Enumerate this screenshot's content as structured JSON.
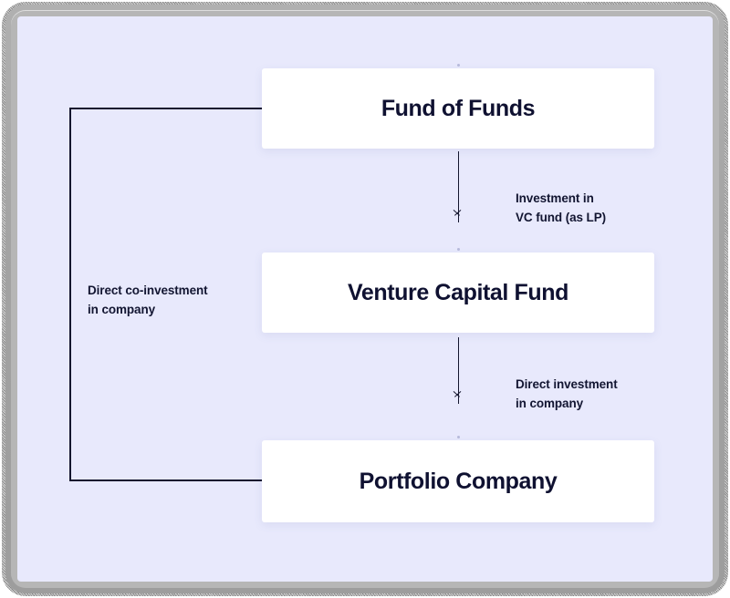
{
  "diagram": {
    "type": "flowchart",
    "title": "Venture capital fund structure flow",
    "canvas_background": "#e8e9fc",
    "node_background": "#ffffff",
    "text_color": "#0f1131",
    "connector_color": "#14162e",
    "nodes": [
      {
        "id": "fund-of-funds",
        "label": "Fund of Funds"
      },
      {
        "id": "venture-capital-fund",
        "label": "Venture Capital Fund"
      },
      {
        "id": "portfolio-company",
        "label": "Portfolio Company"
      }
    ],
    "edges": [
      {
        "id": "fof-to-vc",
        "from": "fund-of-funds",
        "to": "venture-capital-fund",
        "arrow": "down",
        "label_line1": "Investment in",
        "label_line2": "VC fund (as LP)"
      },
      {
        "id": "vc-to-pc",
        "from": "venture-capital-fund",
        "to": "portfolio-company",
        "arrow": "down",
        "label_line1": "Direct investment",
        "label_line2": "in company"
      },
      {
        "id": "fof-to-pc",
        "from": "fund-of-funds",
        "to": "portfolio-company",
        "arrow": "none",
        "label_line1": "Direct co-investment",
        "label_line2": "in company"
      }
    ]
  }
}
